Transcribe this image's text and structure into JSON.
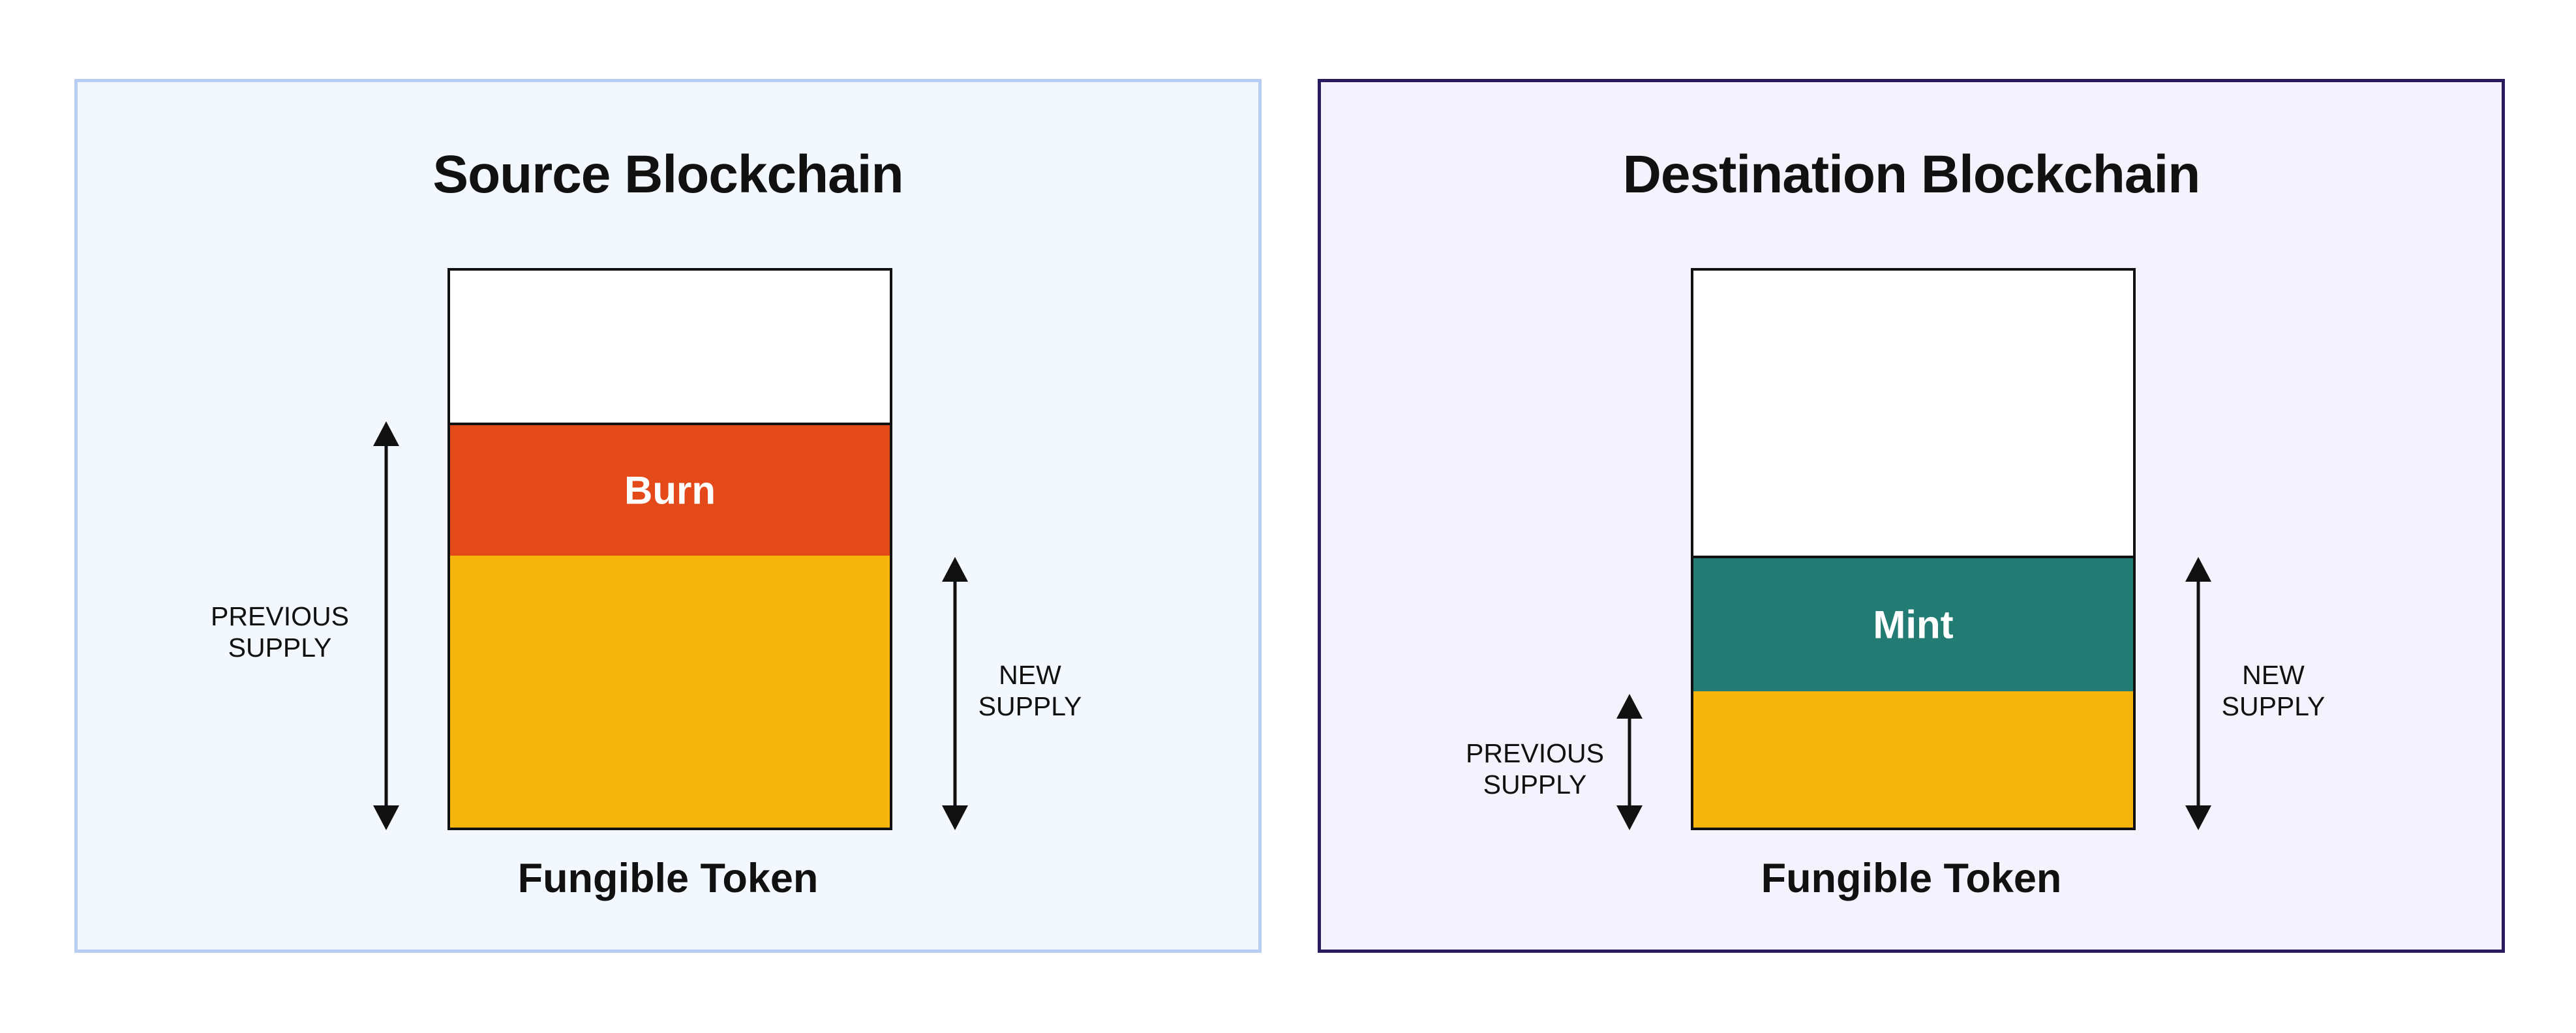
{
  "source": {
    "title": "Source Blockchain",
    "caption": "Fungible Token",
    "segment_label": "Burn",
    "segment_color": "#e44a19",
    "previous_supply": [
      "PREVIOUS",
      "SUPPLY"
    ],
    "new_supply": [
      "NEW",
      "SUPPLY"
    ]
  },
  "destination": {
    "title": "Destination Blockchain",
    "caption": "Fungible Token",
    "segment_label": "Mint",
    "segment_color": "#227c73",
    "previous_supply": [
      "PREVIOUS",
      "SUPPLY"
    ],
    "new_supply": [
      "NEW",
      "SUPPLY"
    ]
  },
  "colors": {
    "token_supply": "#f5b50a",
    "source_panel_bg": "#f3f7fe",
    "destination_panel_bg": "#f4f3fd"
  }
}
